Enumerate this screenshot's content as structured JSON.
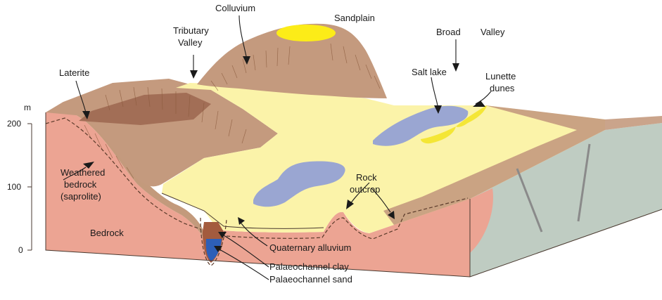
{
  "axis": {
    "unit": "m",
    "ticks": [
      "200",
      "100",
      "0"
    ]
  },
  "labels": {
    "colluvium": "Colluvium",
    "sandplain": "Sandplain",
    "tributary_line1": "Tributary",
    "tributary_line2": "Valley",
    "broad": "Broad",
    "valley": "Valley",
    "laterite": "Laterite",
    "salt_lake": "Salt lake",
    "lunette_line1": "Lunette",
    "lunette_line2": "dunes",
    "weathered_line1": "Weathered",
    "weathered_line2": "bedrock",
    "weathered_line3": "(saprolite)",
    "rock_line1": "Rock",
    "rock_line2": "outcrop",
    "bedrock": "Bedrock",
    "quaternary": "Quaternary alluvium",
    "palaeo_clay": "Palaeochannel clay",
    "palaeo_sand": "Palaeochannel sand"
  },
  "colors": {
    "bedrock": "#eca493",
    "saprolite": "#c39a7c",
    "hill": "#c49a7e",
    "laterite": "#a26e56",
    "alluvium": "#fbf3a9",
    "salt_lake": "#9aa6d2",
    "sandplain": "#fcec18",
    "dune": "#f4e636",
    "right_face": "#bfccc2",
    "clay": "#a35b3e",
    "sand": "#2d5fb8"
  }
}
